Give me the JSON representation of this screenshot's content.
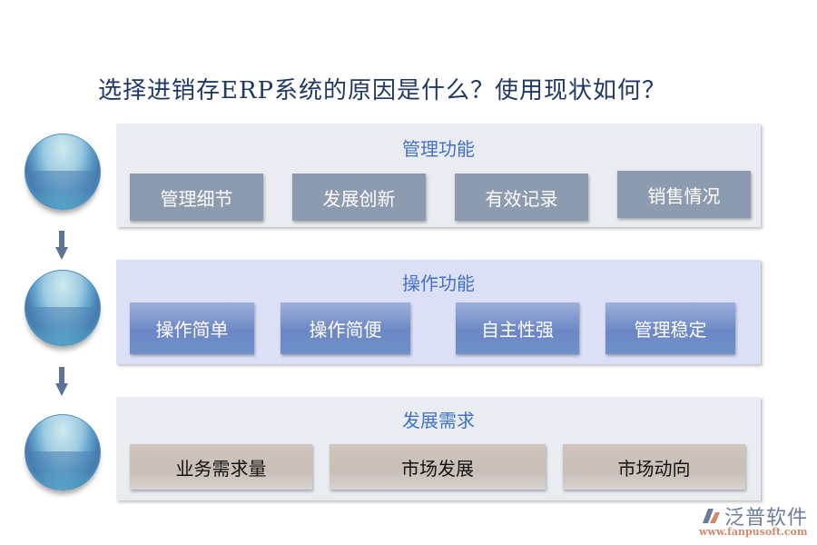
{
  "title": "选择进销存ERP系统的原因是什么？使用现状如何？",
  "sections": [
    {
      "heading": "管理功能",
      "items": [
        "管理细节",
        "发展创新",
        "有效记录",
        "销售情况"
      ]
    },
    {
      "heading": "操作功能",
      "items": [
        "操作简单",
        "操作简便",
        "自主性强",
        "管理稳定"
      ]
    },
    {
      "heading": "发展需求",
      "items": [
        "业务需求量",
        "市场发展",
        "市场动向"
      ]
    }
  ],
  "colors": {
    "title": "#1f3864",
    "section_heading": "#4472c4",
    "panel1_bg": "#e9ecf1",
    "panel2_bg": "#dce0f7",
    "panel3_bg": "#e9ecf1",
    "btn_gray": "#8d9bb0",
    "btn_blue": "#6c87c6",
    "btn_tan": "#cbc1b8",
    "arrow": "#5b7394"
  },
  "logo": {
    "name": "泛普软件",
    "url": "www.fanpusoft.com"
  }
}
